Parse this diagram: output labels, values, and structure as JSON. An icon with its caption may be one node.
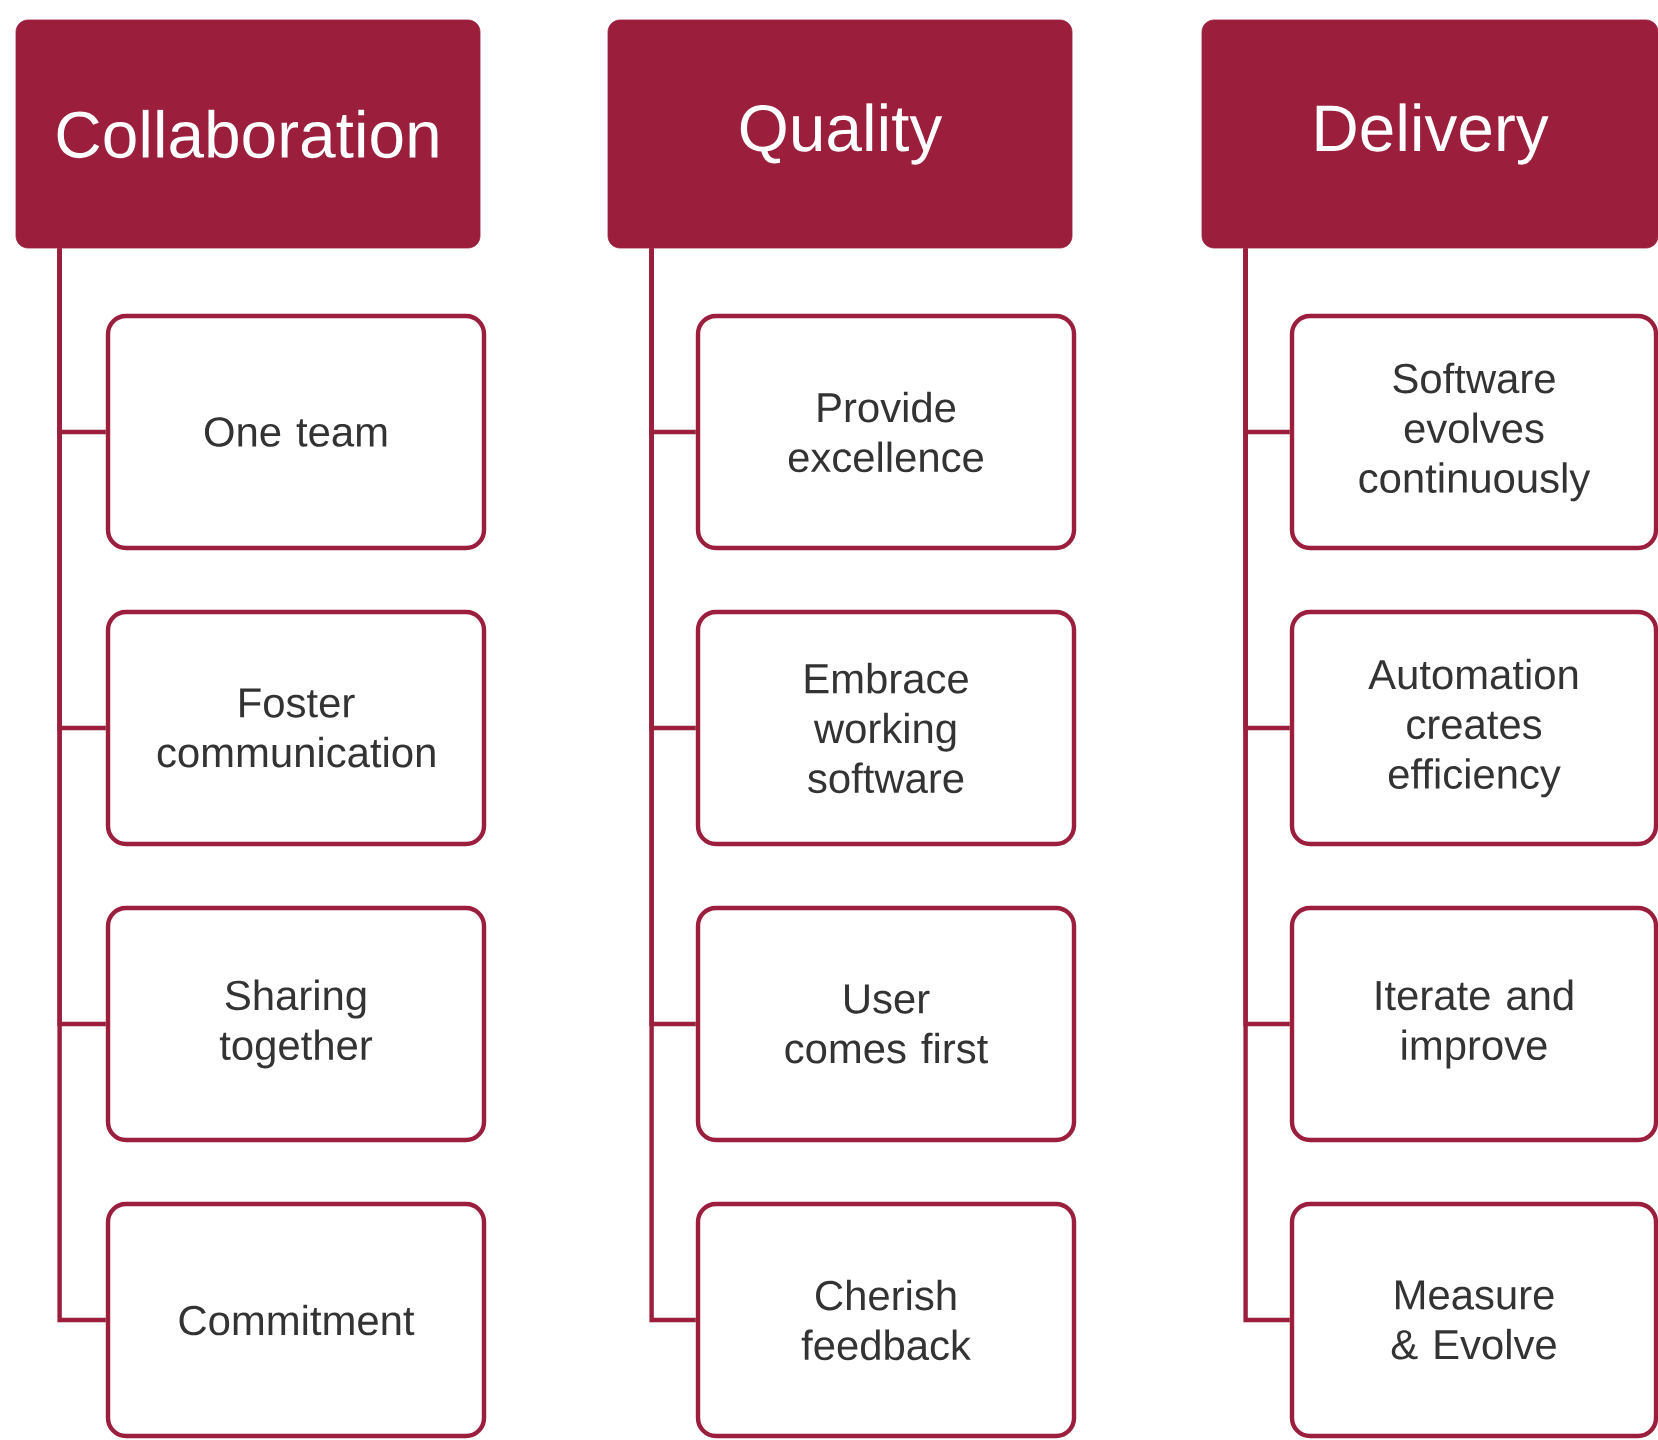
{
  "diagram": {
    "nodes": [
      {
        "text": [
          "Collaboration"
        ]
      },
      {
        "text": [
          "One team"
        ]
      },
      {
        "text": [
          "Foster communication"
        ]
      },
      {
        "text": [
          "Sharing together"
        ]
      },
      {
        "text": [
          "Commitment"
        ]
      },
      {
        "text": [
          "Quality"
        ]
      },
      {
        "text": [
          "Provide excellence"
        ]
      },
      {
        "text": [
          "Embrace working software"
        ]
      },
      {
        "text": [
          "User comes first"
        ]
      },
      {
        "text": [
          "Cherish feedback"
        ]
      },
      {
        "text": [
          "Delivery"
        ]
      },
      {
        "text": [
          "Software evolves continuously"
        ]
      },
      {
        "text": [
          "Automation creates efficiency"
        ]
      },
      {
        "text": [
          "Iterate and improve"
        ]
      },
      {
        "text": [
          "Measure & Evolve"
        ]
      }
    ],
    "edges": [
      {
        "from": 0,
        "to": 1,
        "arrow": "none"
      },
      {
        "from": 0,
        "to": 2,
        "arrow": "none"
      },
      {
        "from": 0,
        "to": 3,
        "arrow": "none"
      },
      {
        "from": 0,
        "to": 4,
        "arrow": "none"
      },
      {
        "from": 5,
        "to": 6,
        "arrow": "none"
      },
      {
        "from": 5,
        "to": 7,
        "arrow": "none"
      },
      {
        "from": 5,
        "to": 8,
        "arrow": "none"
      },
      {
        "from": 5,
        "to": 9,
        "arrow": "none"
      },
      {
        "from": 10,
        "to": 11,
        "arrow": "none"
      },
      {
        "from": 10,
        "to": 12,
        "arrow": "none"
      },
      {
        "from": 10,
        "to": 13,
        "arrow": "none"
      },
      {
        "from": 10,
        "to": 14,
        "arrow": "none"
      }
    ]
  }
}
